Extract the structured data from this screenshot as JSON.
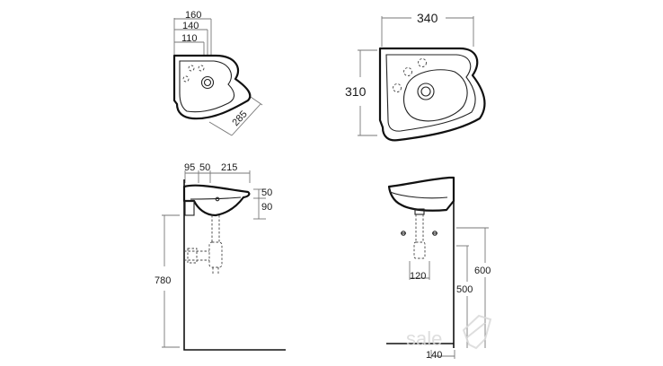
{
  "top_view_small": {
    "dims": {
      "d160": "160",
      "d140": "140",
      "d110": "110",
      "d285": "285"
    }
  },
  "top_view_large": {
    "dims": {
      "width": "340",
      "depth": "310"
    }
  },
  "side_view": {
    "dims": {
      "d95": "95",
      "d50a": "50",
      "d215": "215",
      "d50b": "50",
      "d90": "90",
      "height": "780"
    }
  },
  "front_view": {
    "dims": {
      "d120": "120",
      "d600": "600",
      "d500": "500",
      "d140": "140"
    }
  },
  "watermark": {
    "text": "sale"
  },
  "colors": {
    "line": "#111111",
    "dimension": "#777777",
    "watermark": "#d9d9d9"
  }
}
